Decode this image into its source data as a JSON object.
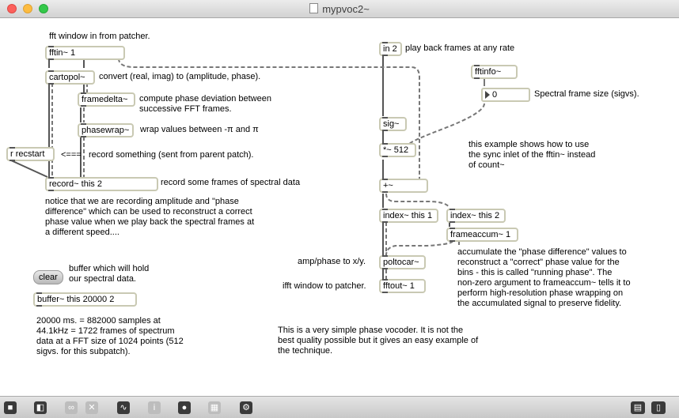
{
  "window": {
    "title": "mypvoc2~"
  },
  "objects": {
    "fftin": "fftin~ 1",
    "cartopol": "cartopol~",
    "framedelta": "framedelta~",
    "phasewrap": "phasewrap~",
    "recstart": "r recstart",
    "record": "record~ this 2",
    "in2": "in 2",
    "fftinfo": "fftinfo~",
    "number": "0",
    "sig": "sig~",
    "mult": "*~ 512",
    "plus": "+~",
    "index1": "index~ this 1",
    "index2": "index~ this 2",
    "frameaccum": "frameaccum~ 1",
    "poltocar": "poltocar~",
    "fftout": "fftout~ 1",
    "clear": "clear",
    "buffer": "buffer~ this 20000 2"
  },
  "comments": {
    "fft_window": "fft window in from patcher.",
    "convert": "convert (real, imag) to (amplitude, phase).",
    "compute1": "compute phase deviation between",
    "compute2": "successive FFT frames.",
    "wrap": "wrap values between -π and π",
    "arrow": "<===",
    "record_something": "record something (sent from parent patch).",
    "record_frames": "record some frames of spectral data",
    "notice1": "notice that we are recording amplitude and \"phase",
    "notice2": "difference\" which can be used to reconstruct a correct",
    "notice3": "phase value when we play back the spectral frames at",
    "notice4": "a different speed....",
    "playback": "play back frames at any rate",
    "spectral_size": "Spectral frame size (sigvs).",
    "sync1": "this example shows how to use",
    "sync2": "the sync inlet of the fftin~ instead",
    "sync3": "of count~",
    "buffer1": "buffer which will hold",
    "buffer2": "our  spectral data.",
    "ms1": "20000 ms. = 882000 samples at",
    "ms2": "44.1kHz = 1722 frames of spectrum",
    "ms3": "data at a FFT size of 1024 points (512",
    "ms4": "sigvs. for this subpatch).",
    "amp": "amp/phase to x/y.",
    "ifft": "ifft window to patcher.",
    "accum1": "accumulate the \"phase difference\" values to",
    "accum2": "reconstruct a \"correct\" phase value for the",
    "accum3": "bins - this is called \"running phase\".  The",
    "accum4": "non-zero argument to frameaccum~ tells it to",
    "accum5": "perform high-resolution phase wrapping on",
    "accum6": "the accumulated signal to preserve fidelity.",
    "simple1": "This is a very simple phase vocoder.  It is not the",
    "simple2": "best quality possible but it gives an easy example of",
    "simple3": "the technique."
  },
  "toolbar": {
    "info": "i"
  }
}
